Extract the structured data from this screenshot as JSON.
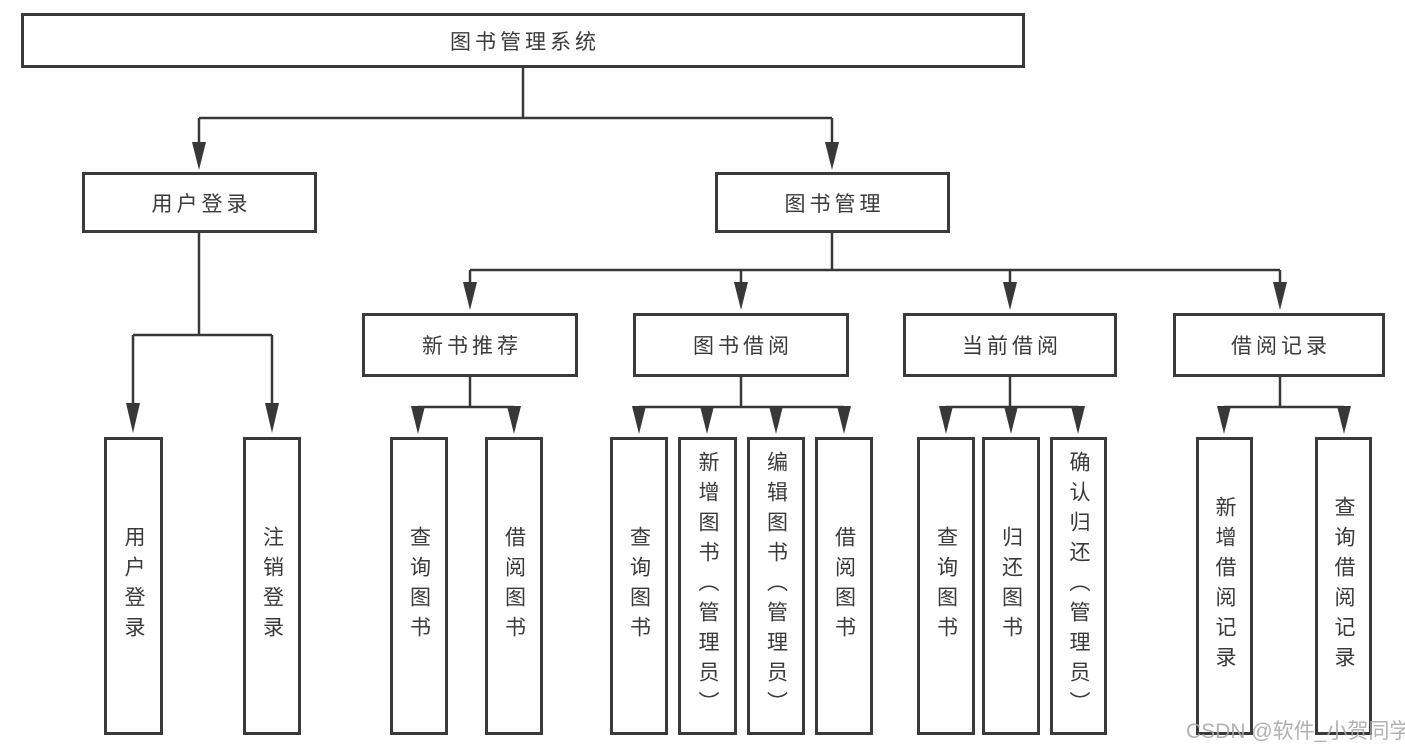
{
  "diagram": {
    "root": {
      "label": "图书管理系统"
    },
    "branches": {
      "user_login": {
        "label": "用户登录",
        "children": [
          {
            "label": "用户登录"
          },
          {
            "label": "注销登录"
          }
        ]
      },
      "book_mgmt": {
        "label": "图书管理",
        "sections": [
          {
            "label": "新书推荐",
            "children": [
              {
                "label": "查询图书"
              },
              {
                "label": "借阅图书"
              }
            ]
          },
          {
            "label": "图书借阅",
            "children": [
              {
                "label": "查询图书"
              },
              {
                "label": "新增图书（管理员）"
              },
              {
                "label": "编辑图书（管理员）"
              },
              {
                "label": "借阅图书"
              }
            ]
          },
          {
            "label": "当前借阅",
            "children": [
              {
                "label": "查询图书"
              },
              {
                "label": "归还图书"
              },
              {
                "label": "确认归还（管理员）"
              }
            ]
          },
          {
            "label": "借阅记录",
            "children": [
              {
                "label": "新增借阅记录"
              },
              {
                "label": "查询借阅记录"
              }
            ]
          }
        ]
      }
    }
  },
  "watermark": {
    "text": "CSDN @软件_小贺同学"
  },
  "colors": {
    "line": "#383838",
    "box_border": "#3a3a3a",
    "text": "#3a3a3a",
    "watermark": "#a8a8aa",
    "background": "#ffffff"
  }
}
